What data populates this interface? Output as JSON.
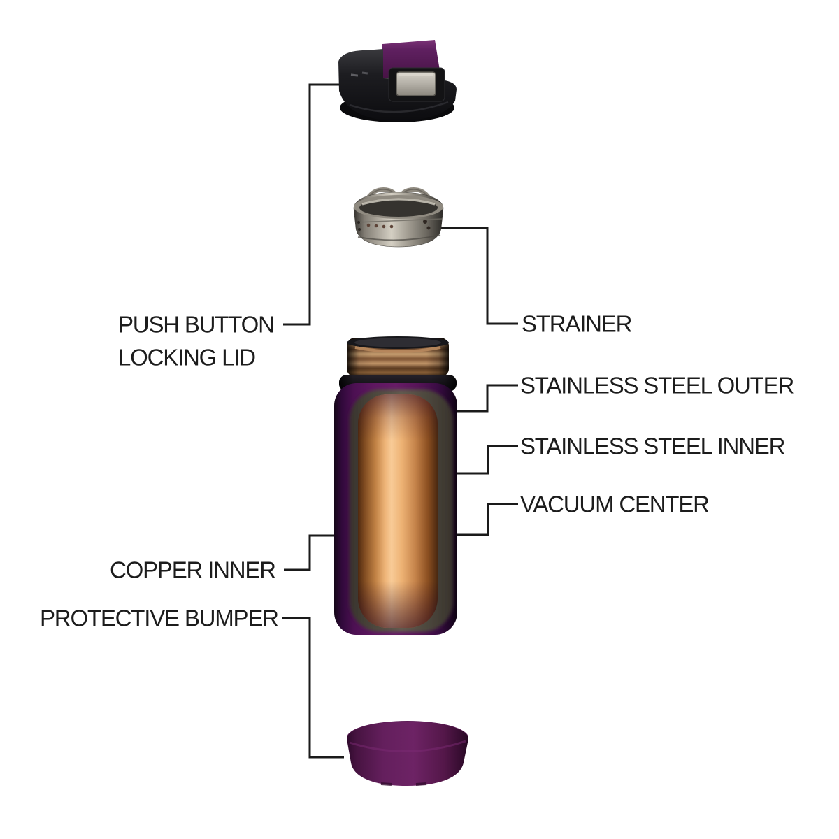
{
  "diagram": {
    "subject": "insulated-bottle-exploded-view",
    "labels": {
      "push_button_locking_lid_line1": "PUSH BUTTON",
      "push_button_locking_lid_line2": "LOCKING LID",
      "strainer": "STRAINER",
      "stainless_steel_outer": "STAINLESS STEEL OUTER",
      "stainless_steel_inner": "STAINLESS STEEL INNER",
      "vacuum_center": "VACUUM CENTER",
      "copper_inner": "COPPER INNER",
      "protective_bumper": "PROTECTIVE BUMPER"
    },
    "colors": {
      "background": "#ffffff",
      "label_text": "#1c1c1c",
      "leader_line": "#1a1a1a",
      "lid_body_black": "#141416",
      "lid_accent_purple": "#5f1f5e",
      "push_button_steel": "#b3afa6",
      "strainer_steel": "#b9b4aa",
      "bottle_outer_purple": "#611860",
      "copper_inner": "#eda964",
      "vacuum_gap_gray": "#55504a",
      "bumper_purple": "#65205f"
    }
  }
}
